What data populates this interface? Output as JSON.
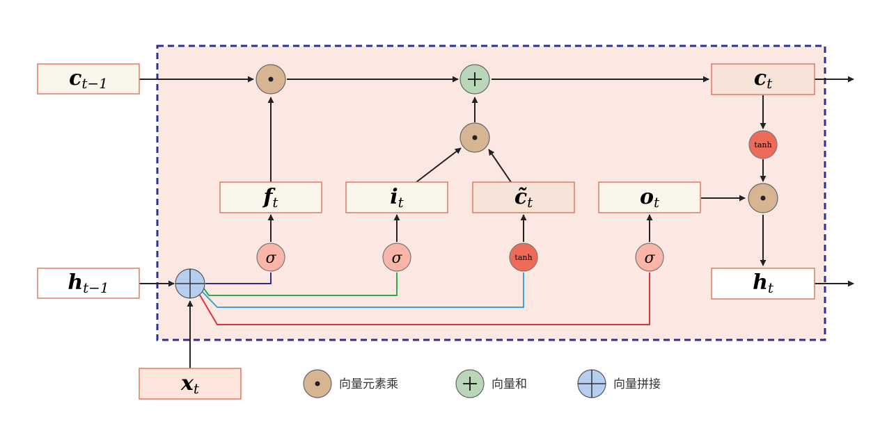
{
  "colors": {
    "border_dashed": "#2e2f8f",
    "cell_fill": "#fbe8e3",
    "box_stroke": "#e07a62",
    "box_fill_light": "#faf6ec",
    "box_fill_warm": "#f6e4d8",
    "box_fill_pink": "#fde5dc",
    "box_fill_white": "#ffffff",
    "op_hadamard": "#d7b592",
    "op_add": "#b9d6b8",
    "op_concat": "#b7cfee",
    "sigma_fill": "#f9b6a8",
    "tanh_fill": "#ee6b5a",
    "line_dark": "#222222",
    "line_navy": "#2b2f8a",
    "line_green": "#2eaa47",
    "line_blue": "#35a7dd",
    "line_red": "#e3303c"
  },
  "states": {
    "c_prev": {
      "main": "c",
      "sub": "t−1"
    },
    "h_prev": {
      "main": "h",
      "sub": "t−1"
    },
    "x_t": {
      "main": "x",
      "sub": "t"
    },
    "c_t": {
      "main": "c",
      "sub": "t"
    },
    "h_t": {
      "main": "h",
      "sub": "t"
    }
  },
  "gates": {
    "f": {
      "main": "f",
      "sub": "t"
    },
    "i": {
      "main": "i",
      "sub": "t"
    },
    "c_tilde": {
      "main": "c̃",
      "sub": "t"
    },
    "o": {
      "main": "o",
      "sub": "t"
    }
  },
  "activations": {
    "sigma": "σ",
    "tanh": "tanh"
  },
  "operators": {
    "hadamard_symbol": "•",
    "add_symbol": "+"
  },
  "legend": [
    {
      "icon": "hadamard",
      "label": "向量元素乘"
    },
    {
      "icon": "add",
      "label": "向量和"
    },
    {
      "icon": "concat",
      "label": "向量拼接"
    }
  ]
}
